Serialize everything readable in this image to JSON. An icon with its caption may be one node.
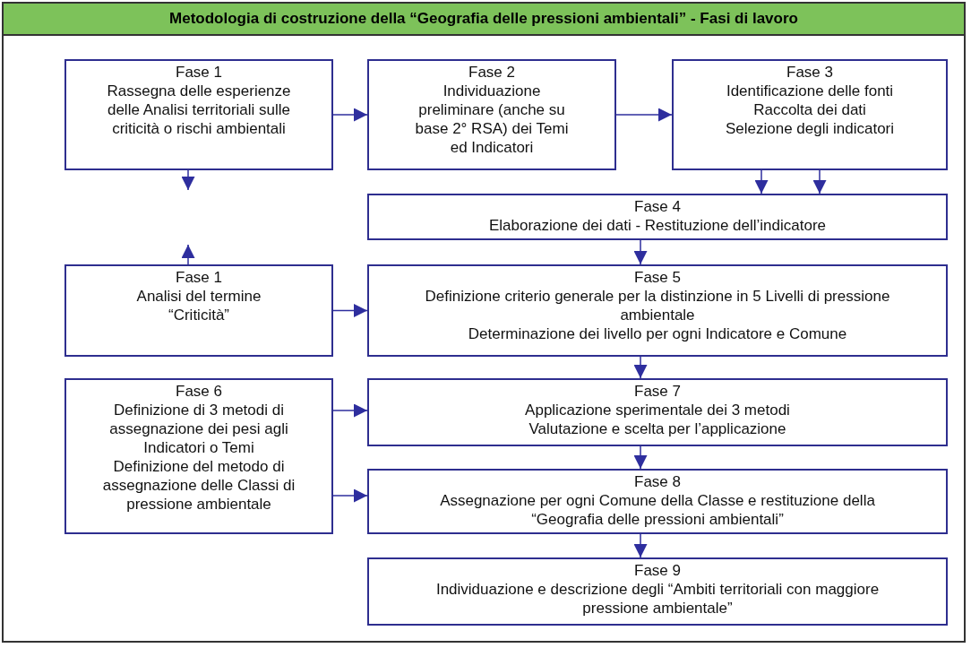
{
  "diagram": {
    "title": "Metodologia di costruzione della “Geografia delle pressioni ambientali” - Fasi di lavoro",
    "nodes": [
      {
        "text": [
          "Fase 1",
          "Rassegna delle esperienze delle Analisi territoriali sulle criticità o rischi ambientali"
        ]
      },
      {
        "text": [
          "Fase 2",
          "Individuazione preliminare (anche su base 2° RSA) dei Temi ed Indicatori"
        ]
      },
      {
        "text": [
          "Fase 3",
          "Identificazione delle fonti",
          "Raccolta dei dati",
          "Selezione degli indicatori"
        ]
      },
      {
        "text": [
          "Fase 4",
          "Elaborazione dei dati - Restituzione dell’indicatore"
        ]
      },
      {
        "text": [
          "Fase 1",
          "Analisi del termine “Criticità”"
        ]
      },
      {
        "text": [
          "Fase 5",
          "Definizione criterio generale per la distinzione in 5 Livelli di pressione ambientale",
          "Determinazione dei livello per ogni Indicatore e Comune"
        ]
      },
      {
        "text": [
          "Fase 6",
          "Definizione di 3 metodi di assegnazione dei pesi agli Indicatori o Temi",
          "Definizione del metodo di assegnazione delle Classi di pressione ambientale"
        ]
      },
      {
        "text": [
          "Fase 7",
          "Applicazione sperimentale dei 3 metodi",
          "Valutazione e scelta per l’applicazione"
        ]
      },
      {
        "text": [
          "Fase 8",
          "Assegnazione per ogni Comune della Classe e restituzione della “Geografia delle pressioni ambientali”"
        ]
      },
      {
        "text": [
          "Fase 9",
          "Individuazione e descrizione degli “Ambiti territoriali con maggiore pressione ambientale”"
        ]
      }
    ],
    "edges": [
      {
        "from": 0,
        "to": 1,
        "arrow": "to"
      },
      {
        "from": 1,
        "to": 2,
        "arrow": "to"
      },
      {
        "from": 2,
        "to": 3,
        "arrow": "to"
      },
      {
        "from": 2,
        "to": 3,
        "arrow": "to"
      },
      {
        "from": 3,
        "to": 5,
        "arrow": "to"
      },
      {
        "from": 4,
        "to": 5,
        "arrow": "to"
      },
      {
        "from": 5,
        "to": 7,
        "arrow": "to"
      },
      {
        "from": 6,
        "to": 7,
        "arrow": "to"
      },
      {
        "from": 6,
        "to": 8,
        "arrow": "to"
      },
      {
        "from": 7,
        "to": 8,
        "arrow": "to"
      },
      {
        "from": 8,
        "to": 9,
        "arrow": "to"
      },
      {
        "from": 0,
        "to": null,
        "arrow": "to"
      },
      {
        "from": 4,
        "to": null,
        "arrow": "to"
      }
    ]
  }
}
